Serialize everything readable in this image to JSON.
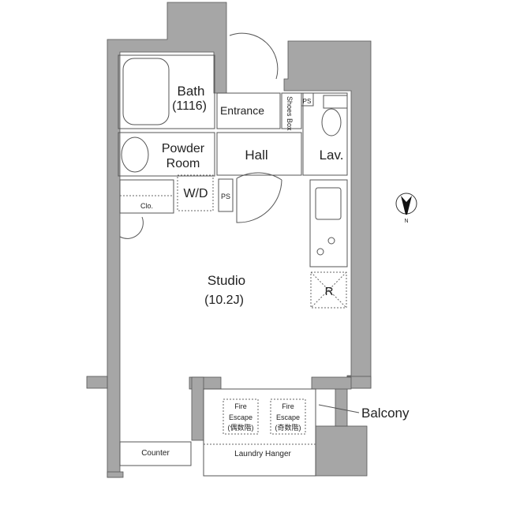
{
  "rooms": {
    "bath": {
      "label": "Bath",
      "size": "(1116)"
    },
    "entrance": "Entrance",
    "shoes_box": "Shoes Box",
    "ps_top": "PS",
    "powder_room": {
      "line1": "Powder",
      "line2": "Room"
    },
    "hall": "Hall",
    "lav": "Lav.",
    "wd": "W/D",
    "ps_mid": "PS",
    "closet": "Clo.",
    "studio": {
      "label": "Studio",
      "size": "(10.2J)"
    },
    "refrigerator": "R",
    "counter": "Counter",
    "laundry_hanger": "Laundry Hanger",
    "fire_escape_even": {
      "line1": "Fire",
      "line2": "Escape",
      "line3": "(偶数階)"
    },
    "fire_escape_odd": {
      "line1": "Fire",
      "line2": "Escape",
      "line3": "(奇数階)"
    },
    "balcony": "Balcony"
  },
  "compass": {
    "icon": "north-arrow-icon",
    "label": "N",
    "direction": "down"
  },
  "colors": {
    "wall": "#a6a6a6",
    "line": "#555555"
  }
}
